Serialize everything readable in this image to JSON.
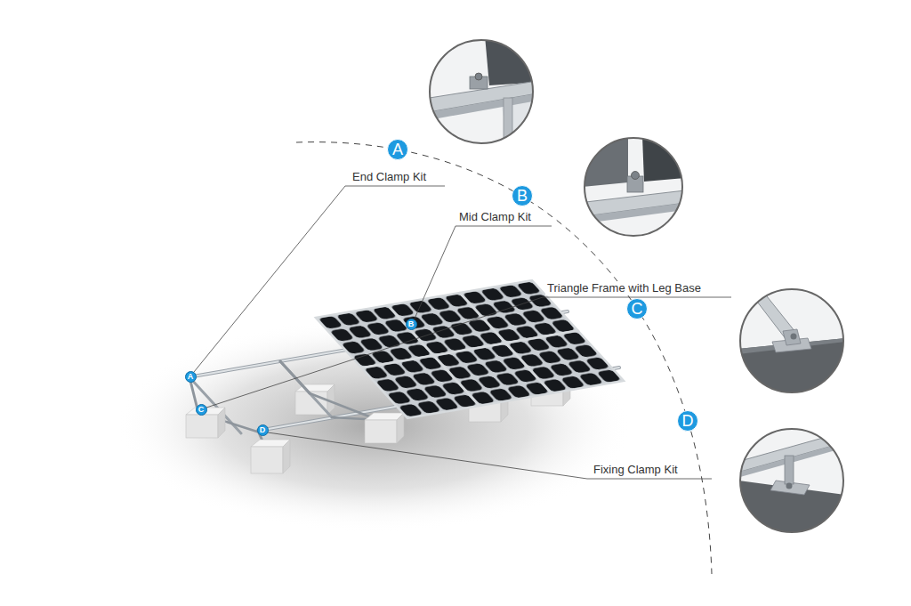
{
  "diagram": {
    "nodes": [
      {
        "text": [
          "A"
        ]
      },
      {
        "text": [
          "B"
        ]
      },
      {
        "text": [
          "C"
        ]
      },
      {
        "text": [
          "D"
        ]
      },
      {
        "text": [
          "A"
        ]
      },
      {
        "text": [
          "B"
        ]
      },
      {
        "text": [
          "C"
        ]
      },
      {
        "text": [
          "D"
        ]
      }
    ],
    "labels": [
      "End Clamp Kit",
      "Mid Clamp Kit",
      "Triangle Frame with Leg Base",
      "Fixing Clamp Kit"
    ]
  }
}
